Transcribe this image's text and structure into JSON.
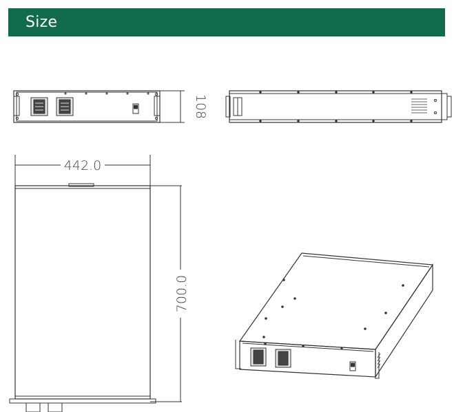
{
  "header": {
    "title": "Size"
  },
  "dimensions": {
    "height": "108",
    "width": "442.0",
    "depth": "700.0"
  },
  "colors": {
    "header_bg": "#0f6b4b",
    "line": "#333333"
  }
}
